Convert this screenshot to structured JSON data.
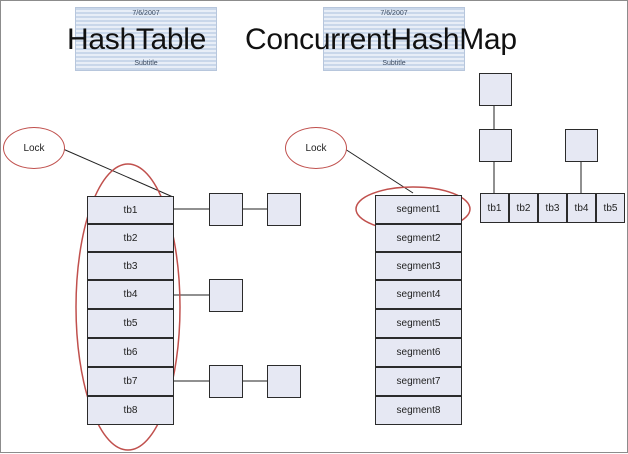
{
  "titles": {
    "left": {
      "text": "HashTable",
      "date": "7/6/2007",
      "subtitle": "Subtitle"
    },
    "right": {
      "text": "ConcurrentHashMap",
      "date": "7/6/2007",
      "subtitle": "Subtitle"
    }
  },
  "locks": {
    "left": "Lock",
    "right": "Lock"
  },
  "hashtable": {
    "buckets": [
      "tb1",
      "tb2",
      "tb3",
      "tb4",
      "tb5",
      "tb6",
      "tb7",
      "tb8"
    ]
  },
  "concurrent": {
    "segments": [
      "segment1",
      "segment2",
      "segment3",
      "segment4",
      "segment5",
      "segment6",
      "segment7",
      "segment8"
    ],
    "segment_table": [
      "tb1",
      "tb2",
      "tb3",
      "tb4",
      "tb5"
    ]
  },
  "colors": {
    "cell_fill": "#e6e8f3",
    "outline": "#2b2b2b",
    "lock_ring": "#c0504d"
  }
}
